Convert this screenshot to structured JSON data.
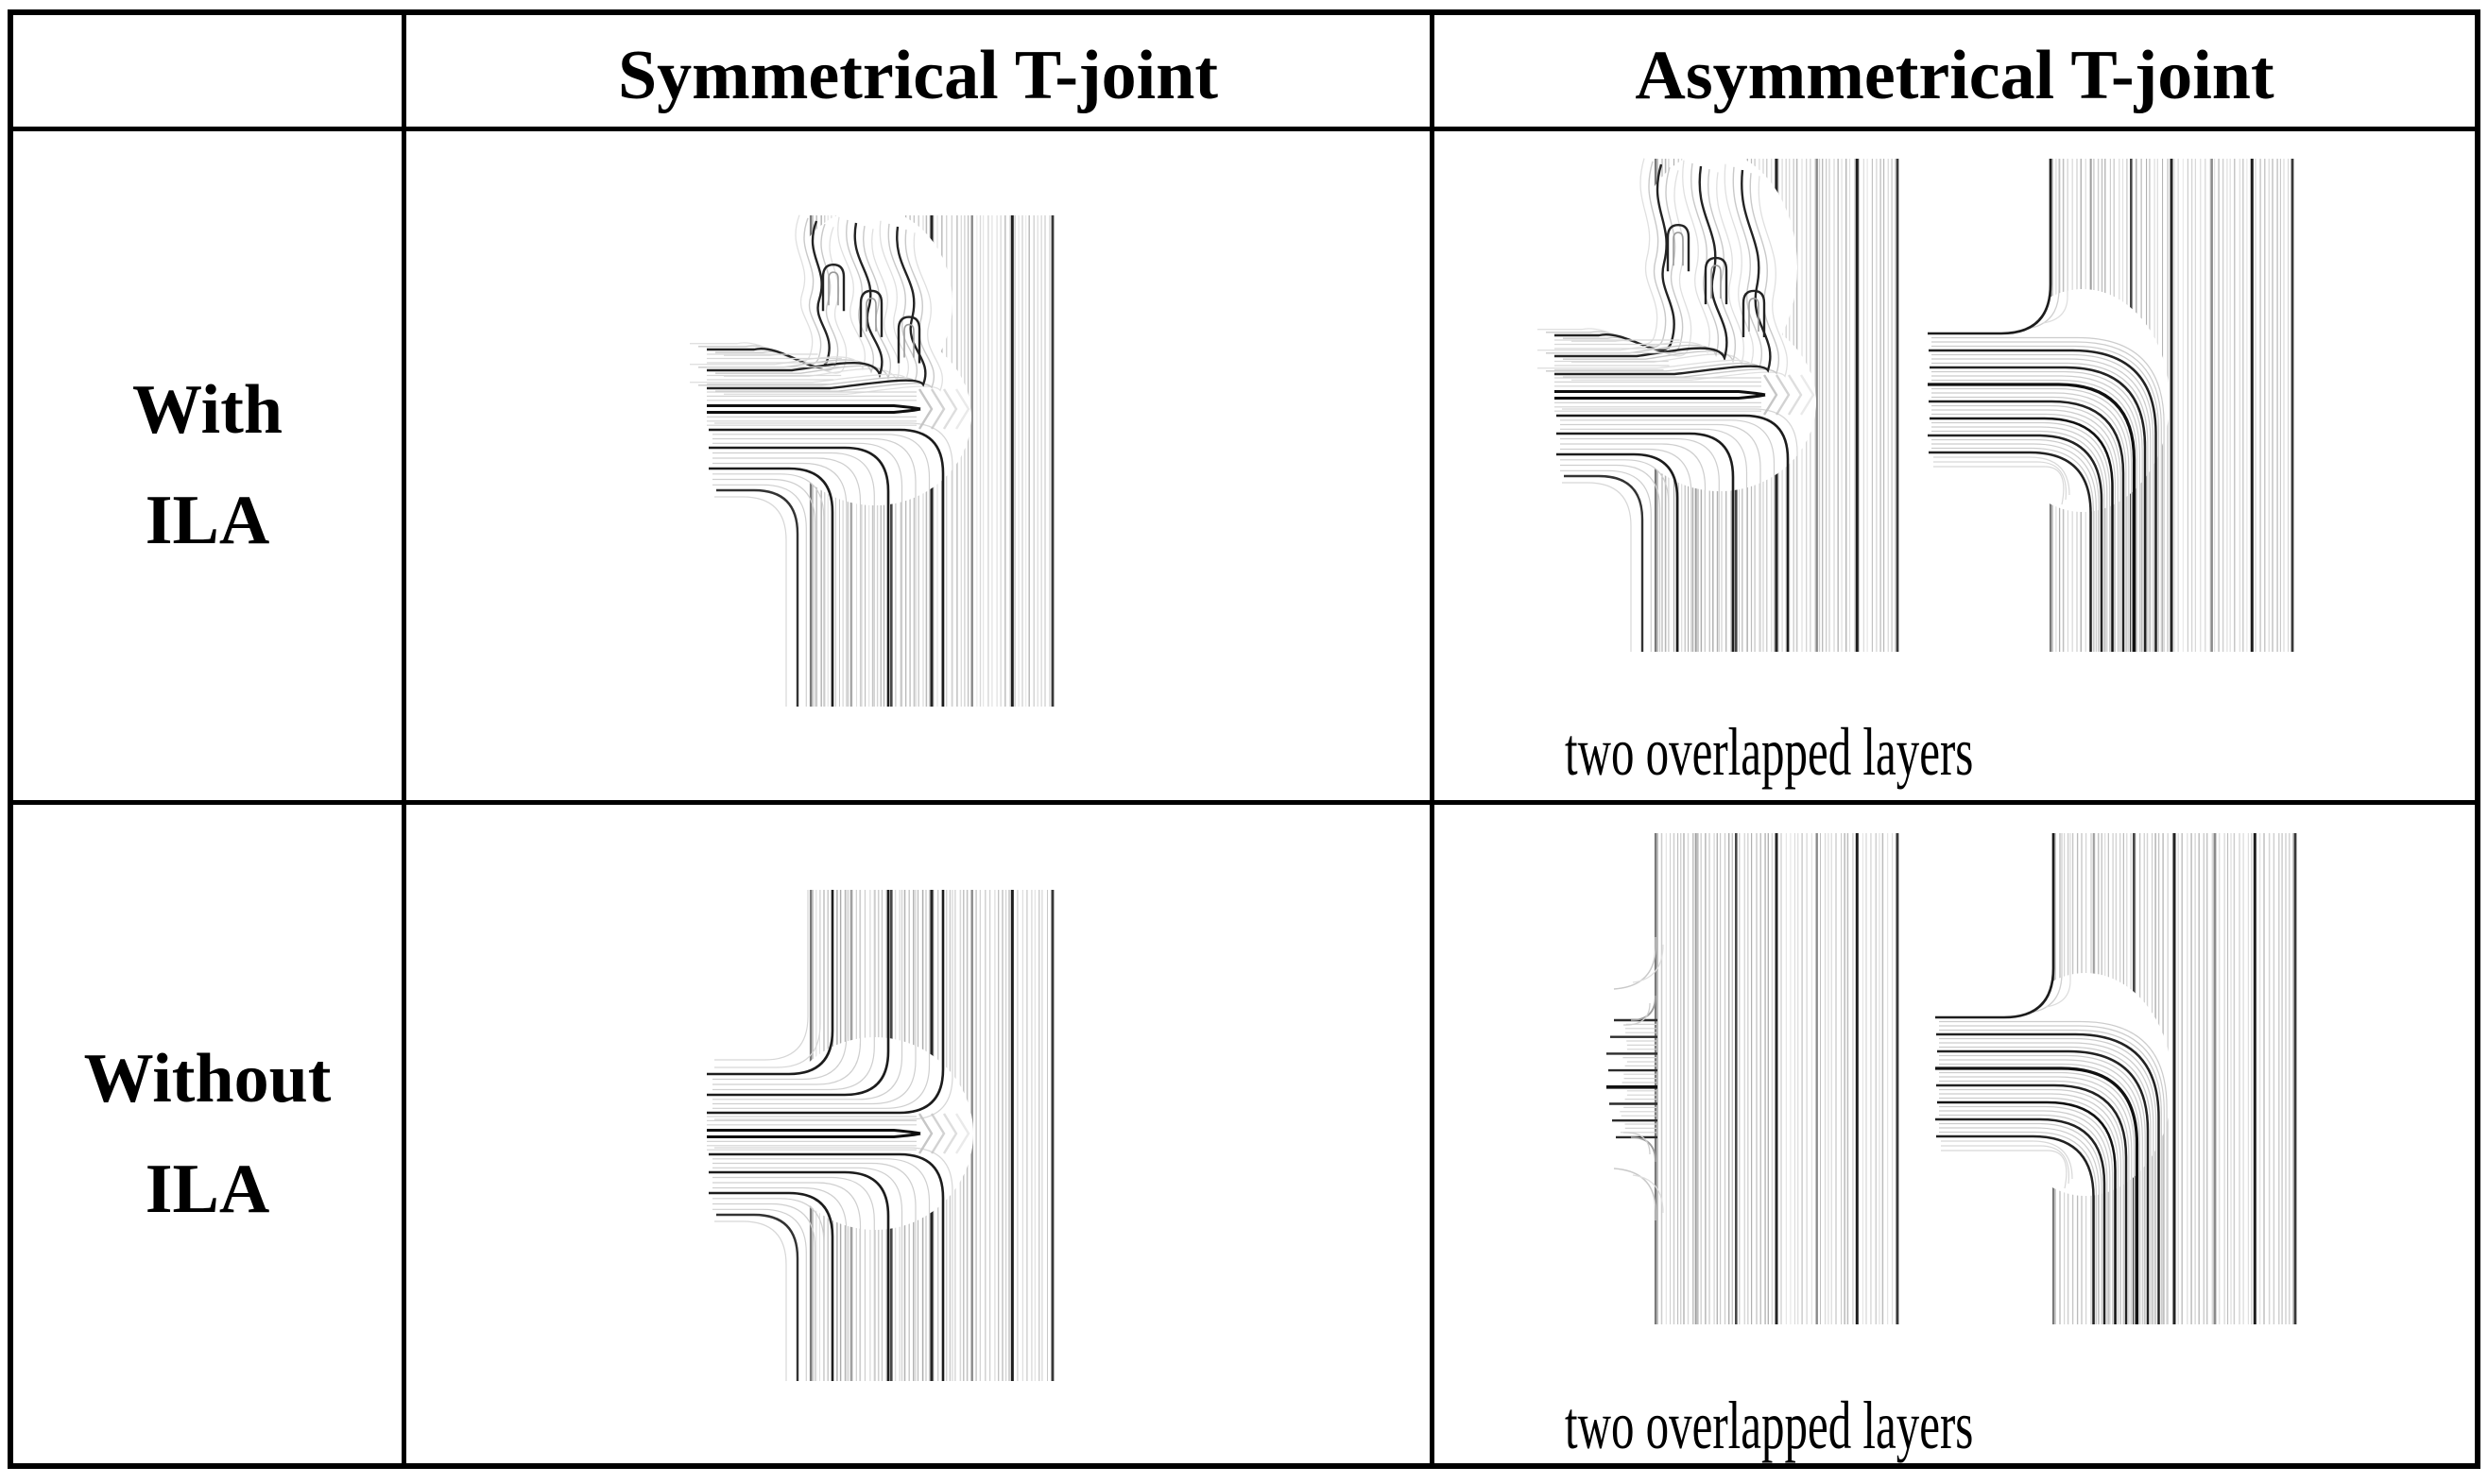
{
  "page": {
    "background": "#ffffff",
    "description": "Comparison table of steered fiber paths for T-joints"
  },
  "colors": {
    "border": "#000000",
    "text": "#000000",
    "line_dark": "#1a1a1a",
    "line_light": "#c8c8c8"
  },
  "table": {
    "header": {
      "blank": "",
      "symmetrical": "Symmetrical T-joint",
      "asymmetrical": "Asymmetrical T-joint"
    },
    "row_labels": [
      {
        "line1": "With",
        "line2": "ILA"
      },
      {
        "line1": "Without",
        "line2": "ILA"
      }
    ],
    "captions": {
      "asym_with_ila": "two overlapped layers",
      "asym_without_ila": "two overlapped layers"
    }
  },
  "figures": {
    "sym_with_ila": {
      "alt": "Streamline fiber paths of a symmetrical T-joint with ILA, interlaced loop squiggles at the upper branch corner"
    },
    "sym_without_ila": {
      "alt": "Streamline fiber paths of a symmetrical T-joint without ILA, smooth mirrored bends"
    },
    "asym_with_ila_left": {
      "alt": "Asymmetrical T-joint with ILA, first layer with interlaced loop squiggles"
    },
    "asym_with_ila_right": {
      "alt": "Asymmetrical T-joint with ILA, second layer with nested downward sweeping arcs"
    },
    "asym_without_ila_left": {
      "alt": "Asymmetrical T-joint without ILA, first layer with fibers terminating at the vertical band"
    },
    "asym_without_ila_right": {
      "alt": "Asymmetrical T-joint without ILA, second layer with nested downward sweeping arcs"
    }
  }
}
